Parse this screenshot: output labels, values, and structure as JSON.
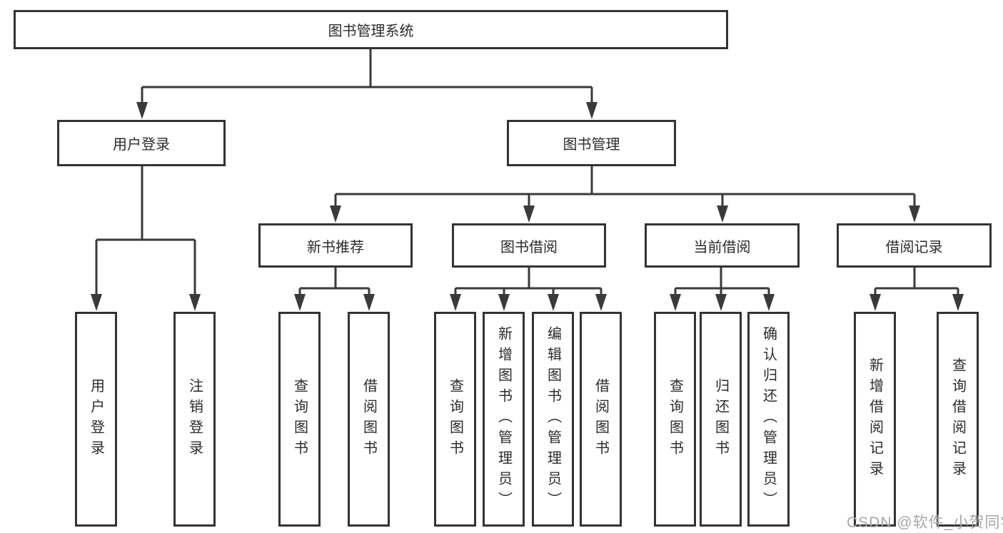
{
  "diagram": {
    "root": {
      "label": "图书管理系统"
    },
    "level2": [
      {
        "label": "用户登录"
      },
      {
        "label": "图书管理"
      }
    ],
    "level3": [
      {
        "label": "新书推荐"
      },
      {
        "label": "图书借阅"
      },
      {
        "label": "当前借阅"
      },
      {
        "label": "借阅记录"
      }
    ],
    "leaves": [
      {
        "label": "用户登录"
      },
      {
        "label": "注销登录"
      },
      {
        "label": "查询图书"
      },
      {
        "label": "借阅图书"
      },
      {
        "label": "查询图书"
      },
      {
        "label": "新增图书（管理员）"
      },
      {
        "label": "编辑图书（管理员）"
      },
      {
        "label": "借阅图书"
      },
      {
        "label": "查询图书"
      },
      {
        "label": "归还图书"
      },
      {
        "label": "确认归还（管理员）"
      },
      {
        "label": "新增借阅记录"
      },
      {
        "label": "查询借阅记录"
      }
    ]
  },
  "watermark": {
    "text": "CSDN @软件_小贺同学"
  },
  "colors": {
    "line": "#3a3a3a",
    "border": "#333333",
    "text": "#2b2b2b",
    "watermark": "#a6a6a6",
    "background": "#ffffff"
  }
}
